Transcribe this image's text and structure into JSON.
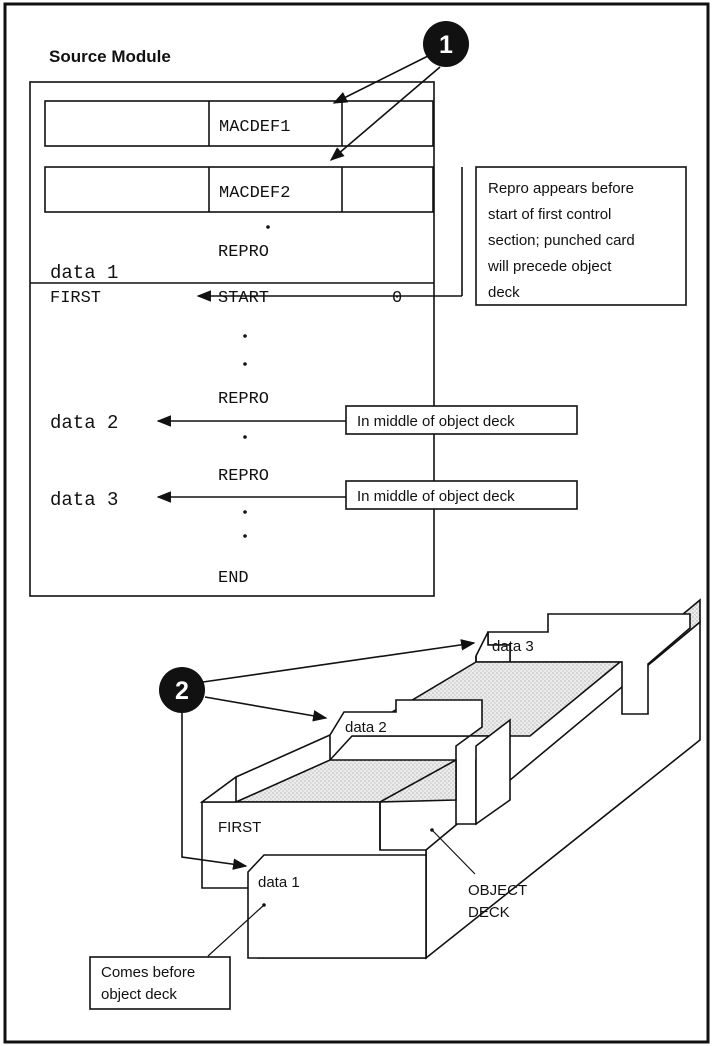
{
  "title": "Source Module",
  "callouts": {
    "one": "1",
    "two": "2"
  },
  "macros": [
    "MACDEF1",
    "MACDEF2"
  ],
  "listing": {
    "repro": "REPRO",
    "data1": "data 1",
    "first": "FIRST",
    "start": "START",
    "start_operand": "0",
    "data2": "data 2",
    "data3": "data 3",
    "end": "END"
  },
  "notes": {
    "before_first": [
      "Repro appears before",
      "start of first control",
      "section; punched card",
      "will precede object",
      "deck"
    ],
    "middle_1": "In middle of object deck",
    "middle_2": "In middle of object deck",
    "comes_before": [
      "Comes before",
      "object deck"
    ]
  },
  "deck": {
    "data1": "data 1",
    "data2": "data 2",
    "data3": "data 3",
    "first": "FIRST",
    "object_deck": [
      "OBJECT",
      "DECK"
    ]
  }
}
